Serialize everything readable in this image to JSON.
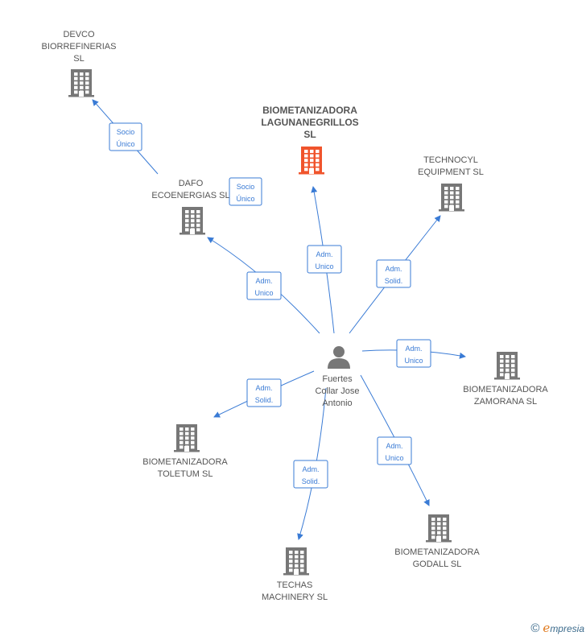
{
  "colors": {
    "edge": "#3a7bd5",
    "building": "#777777",
    "focus_building": "#f0542c",
    "person": "#777777",
    "label": "#555555"
  },
  "nodes": [
    {
      "id": "devco",
      "type": "company",
      "icon": "building-icon",
      "lines": [
        "DEVCO",
        "BIORREFINERIAS",
        "SL"
      ]
    },
    {
      "id": "dafo",
      "type": "company",
      "icon": "building-icon",
      "lines": [
        "DAFO",
        "ECOENERGIAS SL"
      ]
    },
    {
      "id": "lagunanegrillos",
      "type": "company",
      "focus": true,
      "icon": "building-icon",
      "lines": [
        "BIOMETANIZADORA",
        "LAGUNANEGRILLOS",
        "SL"
      ]
    },
    {
      "id": "technocyl",
      "type": "company",
      "icon": "building-icon",
      "lines": [
        "TECHNOCYL",
        "EQUIPMENT SL"
      ]
    },
    {
      "id": "person",
      "type": "person",
      "icon": "person-icon",
      "lines": [
        "Fuertes",
        "Collar Jose",
        "Antonio"
      ]
    },
    {
      "id": "zamorana",
      "type": "company",
      "icon": "building-icon",
      "lines": [
        "BIOMETANIZADORA",
        "ZAMORANA SL"
      ]
    },
    {
      "id": "toletum",
      "type": "company",
      "icon": "building-icon",
      "lines": [
        "BIOMETANIZADORA",
        "TOLETUM SL"
      ]
    },
    {
      "id": "godall",
      "type": "company",
      "icon": "building-icon",
      "lines": [
        "BIOMETANIZADORA",
        "GODALL SL"
      ]
    },
    {
      "id": "techas",
      "type": "company",
      "icon": "building-icon",
      "lines": [
        "TECHAS",
        "MACHINERY SL"
      ]
    }
  ],
  "relations": [
    {
      "from": "dafo",
      "to": "devco",
      "lines": [
        "Socio",
        "Único"
      ]
    },
    {
      "from": "person",
      "to": "dafo",
      "lines": [
        "Socio",
        "Único"
      ]
    },
    {
      "from": "person",
      "to": "dafo",
      "lines": [
        "Adm.",
        "Unico"
      ]
    },
    {
      "from": "person",
      "to": "lagunanegrillos",
      "lines": [
        "Adm.",
        "Unico"
      ]
    },
    {
      "from": "person",
      "to": "technocyl",
      "lines": [
        "Adm.",
        "Solid."
      ]
    },
    {
      "from": "person",
      "to": "zamorana",
      "lines": [
        "Adm.",
        "Unico"
      ]
    },
    {
      "from": "person",
      "to": "toletum",
      "lines": [
        "Adm.",
        "Solid."
      ]
    },
    {
      "from": "person",
      "to": "godall",
      "lines": [
        "Adm.",
        "Unico"
      ]
    },
    {
      "from": "person",
      "to": "techas",
      "lines": [
        "Adm.",
        "Solid."
      ]
    }
  ],
  "footer": {
    "copyright_symbol": "©",
    "brand_initial": "e",
    "brand_rest": "mpresia"
  }
}
